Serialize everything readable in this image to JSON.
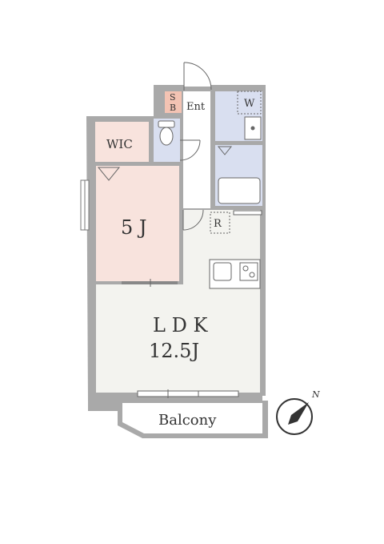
{
  "rooms": {
    "sb": {
      "top": "S",
      "bottom": "B"
    },
    "ent": "Ent",
    "w": "W",
    "wic": "WIC",
    "bedroom": "5 J",
    "refrigerator": "R",
    "ldk": {
      "name": "L D K",
      "size": "12.5J"
    },
    "balcony": "Balcony"
  },
  "compass": {
    "north": "N"
  },
  "colors": {
    "wall": "#a9a9a9",
    "wall_dark": "#8c8c8c",
    "floor_ldk": "#f3f3ef",
    "bedroom": "#f8e3dd",
    "wic": "#f8e3dd",
    "sb": "#f3c3b3",
    "wet_area": "#d9dff0",
    "fixture": "#ffffff",
    "line": "#555555"
  }
}
